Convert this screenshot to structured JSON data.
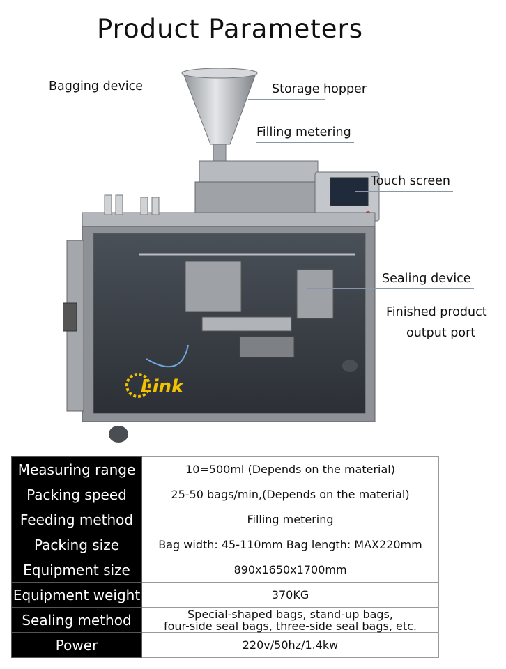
{
  "title": "Product Parameters",
  "callouts": {
    "bagging_device": "Bagging device",
    "storage_hopper": "Storage hopper",
    "filling_metering": "Filling metering",
    "touch_screen": "Touch screen",
    "sealing_device": "Sealing device",
    "finished_port_line1": "Finished product",
    "finished_port_line2": "output port"
  },
  "logo_text": "Link",
  "params": [
    {
      "label": "Measuring range",
      "value": "10=500ml (Depends on the material)"
    },
    {
      "label": "Packing speed",
      "value": "25-50 bags/min,(Depends on the material)"
    },
    {
      "label": "Feeding method",
      "value": "Filling metering"
    },
    {
      "label": "Packing size",
      "value": "Bag width: 45-110mm Bag length: MAX220mm"
    },
    {
      "label": "Equipment size",
      "value": "890x1650x1700mm"
    },
    {
      "label": "Equipment weight",
      "value": "370KG"
    },
    {
      "label": "Sealing method",
      "value_line1": "Special-shaped bags, stand-up bags,",
      "value_line2": "four-side seal bags, three-side seal bags, etc."
    },
    {
      "label": "Power",
      "value": "220v/50hz/1.4kw"
    }
  ],
  "colors": {
    "frame": "#8e9196",
    "glass": "#3a3f46",
    "steel": "#c9ccd0",
    "accent": "#f2c200"
  }
}
